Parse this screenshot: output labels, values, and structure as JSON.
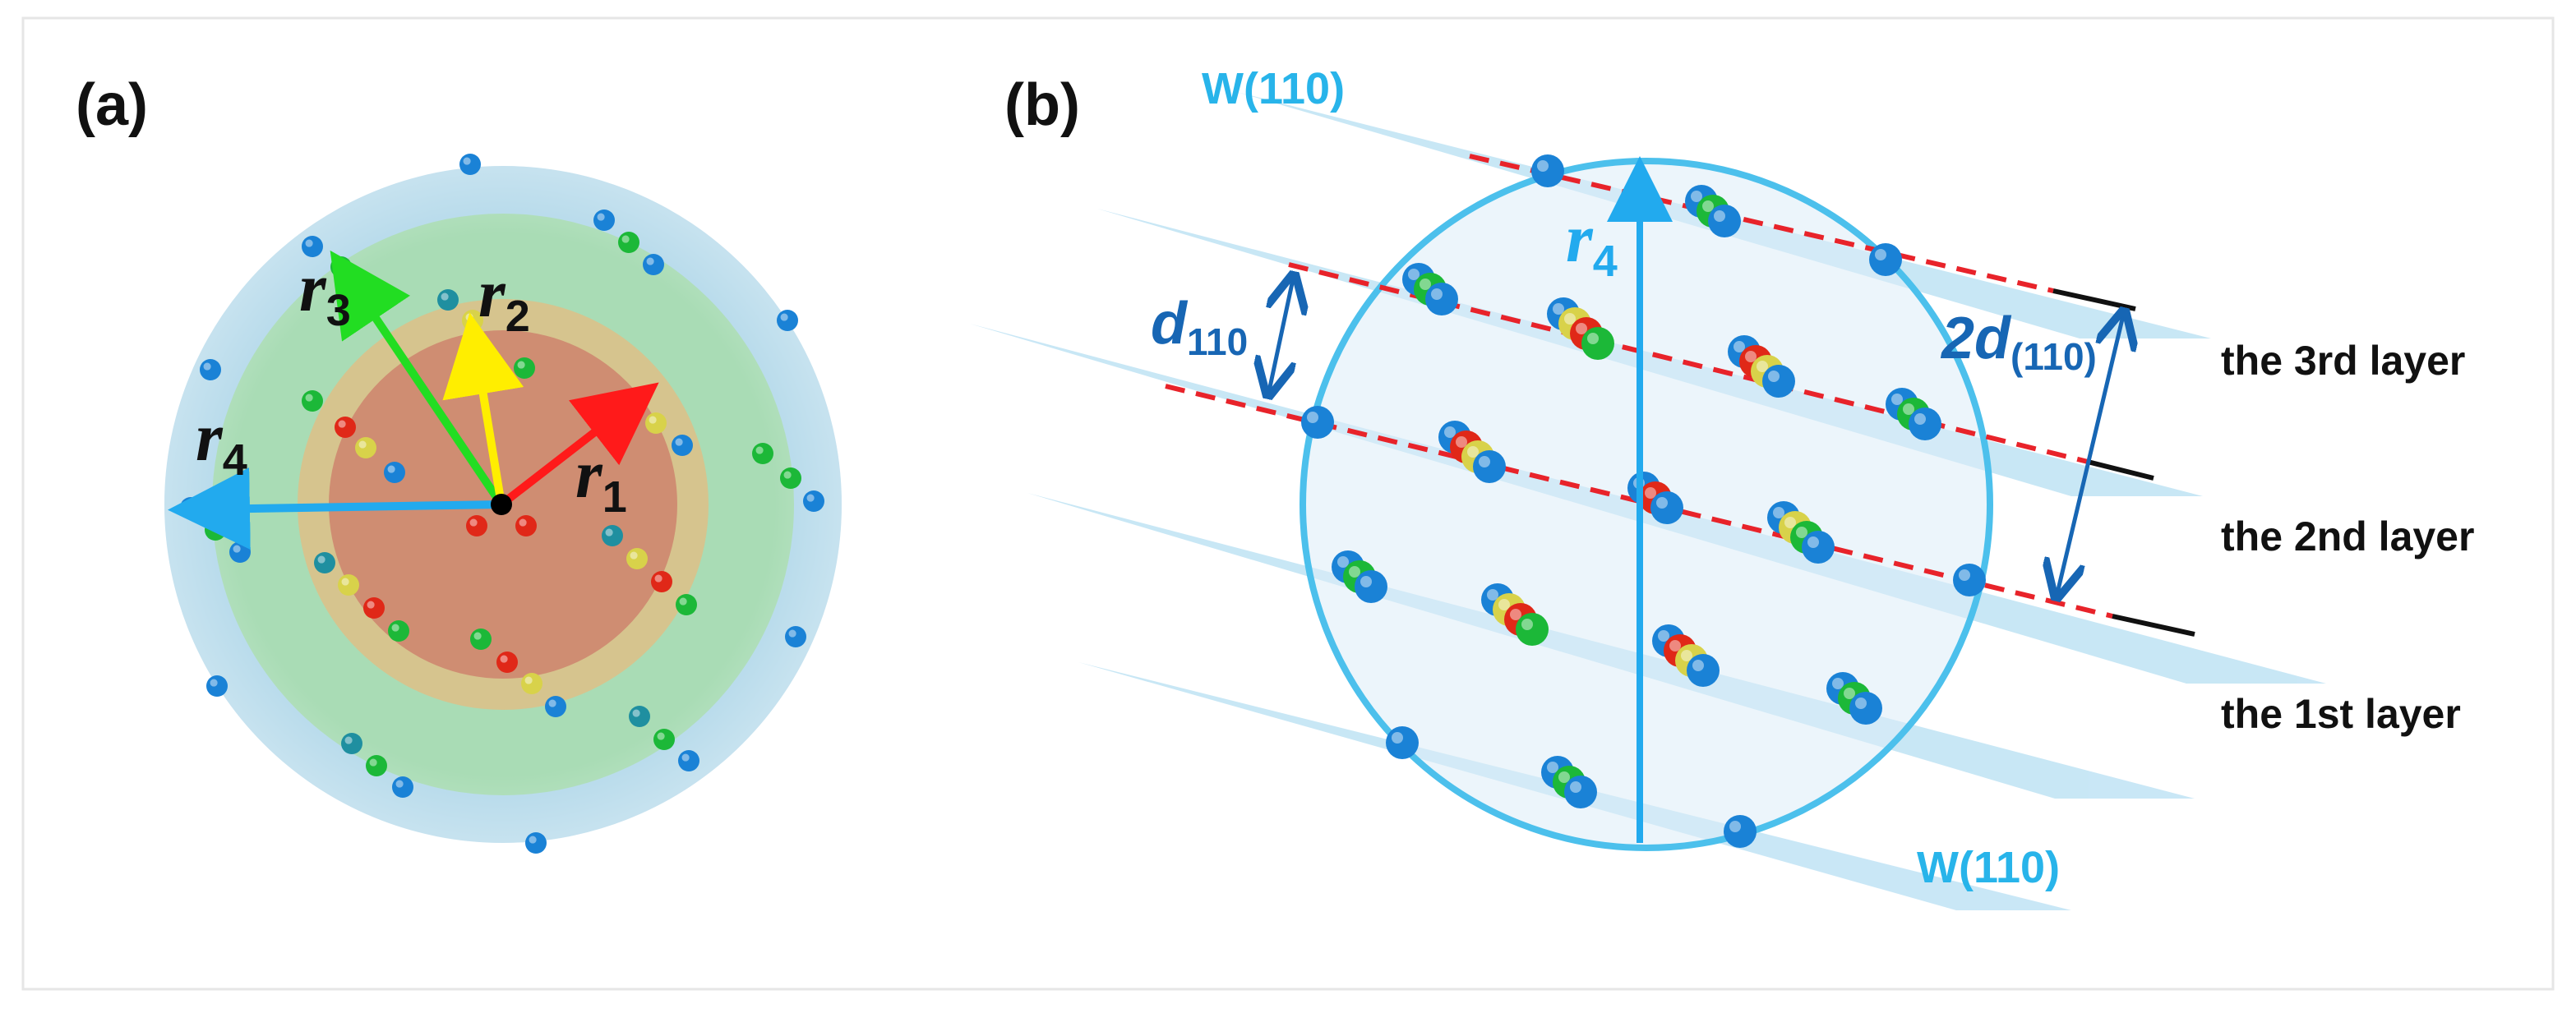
{
  "panel_a": {
    "label": "(a)",
    "vectors": {
      "r1": {
        "letter": "r",
        "sub": "1"
      },
      "r2": {
        "letter": "r",
        "sub": "2"
      },
      "r3": {
        "letter": "r",
        "sub": "3"
      },
      "r4": {
        "letter": "r",
        "sub": "4"
      }
    }
  },
  "panel_b": {
    "label": "(b)",
    "plane_top": "W(110)",
    "plane_bottom": "W(110)",
    "r4": {
      "letter": "r",
      "sub": "4"
    },
    "d110": {
      "letter": "d",
      "sub": "110"
    },
    "two_d110": {
      "prefix": "2",
      "letter": "d",
      "sub": "(110)"
    },
    "layers": [
      "the 3rd layer",
      "the 2nd layer",
      "the 1st layer"
    ]
  },
  "colors": {
    "shell1": "#c9836a",
    "shell2": "#d9c289",
    "shell3": "#a6ddb3",
    "shell4": "#b4d9ea",
    "atom_red": "#e02818",
    "atom_yellow": "#d8d24a",
    "atom_green": "#1cb838",
    "atom_teal": "#1f8fa0",
    "atom_blue": "#1a82d6",
    "arrow_r1": "#ff1a1a",
    "arrow_r2": "#ffee00",
    "arrow_r3": "#22dd22",
    "arrow_r4": "#22aaee",
    "plane_fill": "#bfe3f4",
    "dashed_line": "#e8232a",
    "dim_arrow": "#1766b4"
  }
}
